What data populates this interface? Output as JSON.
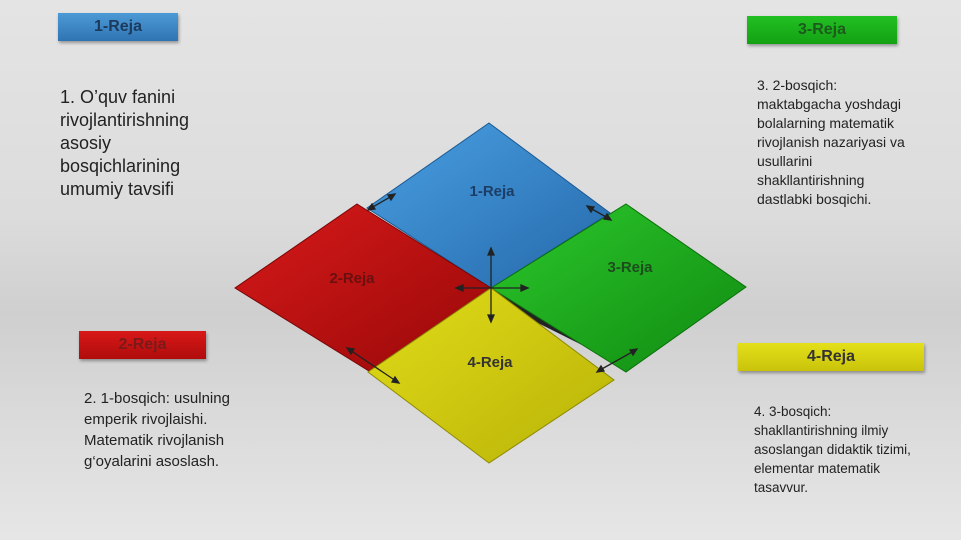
{
  "labels": {
    "box1": "1-Reja",
    "box2": "2-Reja",
    "box3": "3-Reja",
    "box4": "4-Reja"
  },
  "tiles": {
    "tile1": "1-Reja",
    "tile2": "2-Reja",
    "tile3": "3-Reja",
    "tile4": "4-Reja"
  },
  "descriptions": {
    "d1": "1. O’quv fanini rivojlantirishning asosiy bosqichlarining umumiy tavsifi",
    "d2": "2. 1-bosqich: usulning emperik rivojlaishi. Matematik rivojlanish g‘oyalarini asoslash.",
    "d3": "3. 2-bosqich: maktabgacha yoshdagi bolalarning matematik rivojlanish nazariyasi va usullarini shakllantirishning dastlabki bosqichi.",
    "d4": "4. 3-bosqich: shakllantirishning ilmiy asoslangan didaktik tizimi, elementar matematik tasavvur."
  },
  "colors": {
    "blue": "#2f7fc8",
    "red": "#c21010",
    "green": "#16a816",
    "yellow": "#d6d10e"
  }
}
